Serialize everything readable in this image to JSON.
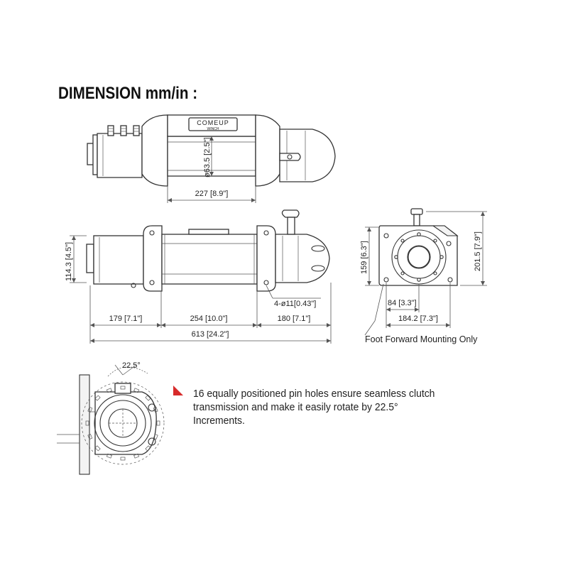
{
  "title": "DIMENSION mm/in :",
  "brand": {
    "line1": "COMEUP",
    "line2": "WINCH"
  },
  "dimensions": {
    "drum_diameter": "ø63.5 [2.5\"]",
    "drum_length": "227 [8.9\"]",
    "height_left": "114.3 [4.5\"]",
    "motor_length": "179 [7.1\"]",
    "drum_section": "254 [10.0\"]",
    "gear_section": "180 [7.1\"]",
    "mount_holes": "4-ø11[0.43\"]",
    "overall_length": "613 [24.2\"]",
    "side_height_inner": "159 [6.3\"]",
    "side_height_outer": "201.5 [7.9\"]",
    "bolt_spacing_short": "84 [3.3\"]",
    "bolt_spacing_long": "184.2 [7.3\"]",
    "rotation_angle": "22.5°"
  },
  "mount_note": "Foot Forward Mounting Only",
  "description": {
    "line1": "16 equally positioned pin holes ensure seamless clutch",
    "line2": "transmission and make it easily rotate by 22.5°",
    "line3": "Increments."
  },
  "colors": {
    "marker": "#d72b2b",
    "line": "#333333"
  }
}
